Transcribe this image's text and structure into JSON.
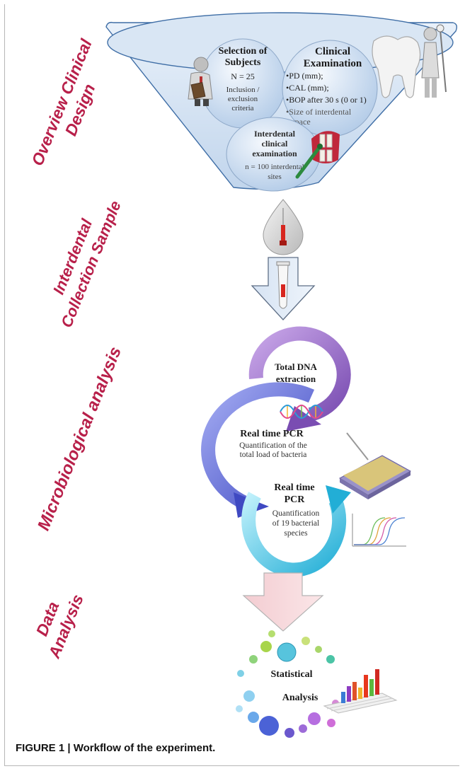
{
  "sections": {
    "overview": [
      "Overview Clinical",
      "Design"
    ],
    "collection": [
      "Interdental",
      "Collection Sample"
    ],
    "micro": [
      "Microbiological analysis"
    ],
    "data": [
      "Data",
      "Analysis"
    ]
  },
  "selection": {
    "title": [
      "Selection of",
      "Subjects"
    ],
    "n": "N = 25",
    "criteria": [
      "Inclusion /",
      "exclusion",
      "criteria"
    ]
  },
  "clinical": {
    "title": [
      "Clinical",
      "Examination"
    ],
    "items": [
      "•PD (mm);",
      "•CAL (mm);",
      "•BOP after 30 s (0 or 1)",
      "•Size of  interdental",
      "space"
    ]
  },
  "interdental": {
    "title": [
      "Interdental",
      "clinical",
      "examination"
    ],
    "n": [
      "n = 100 interdental",
      "sites"
    ]
  },
  "dna": {
    "title": [
      "Total DNA",
      "extraction"
    ]
  },
  "pcr1": {
    "title": "Real time PCR",
    "desc": [
      "Quantification of the",
      "total load of bacteria"
    ]
  },
  "pcr2": {
    "title": [
      "Real time",
      "PCR"
    ],
    "desc": [
      "Quantification",
      "of 19 bacterial",
      "species"
    ]
  },
  "stats": {
    "title": [
      "Statistical",
      "Analysis"
    ]
  },
  "caption": "FIGURE 1 | Workflow of the experiment.",
  "colors": {
    "section_label": "#b8204a",
    "funnel": "#c9dbef",
    "ring_purple": "#8b5fc0",
    "ring_blue": "#4d59cc",
    "ring_cyan": "#2ec0e0",
    "arrow_pink": "#f4d3d6"
  }
}
